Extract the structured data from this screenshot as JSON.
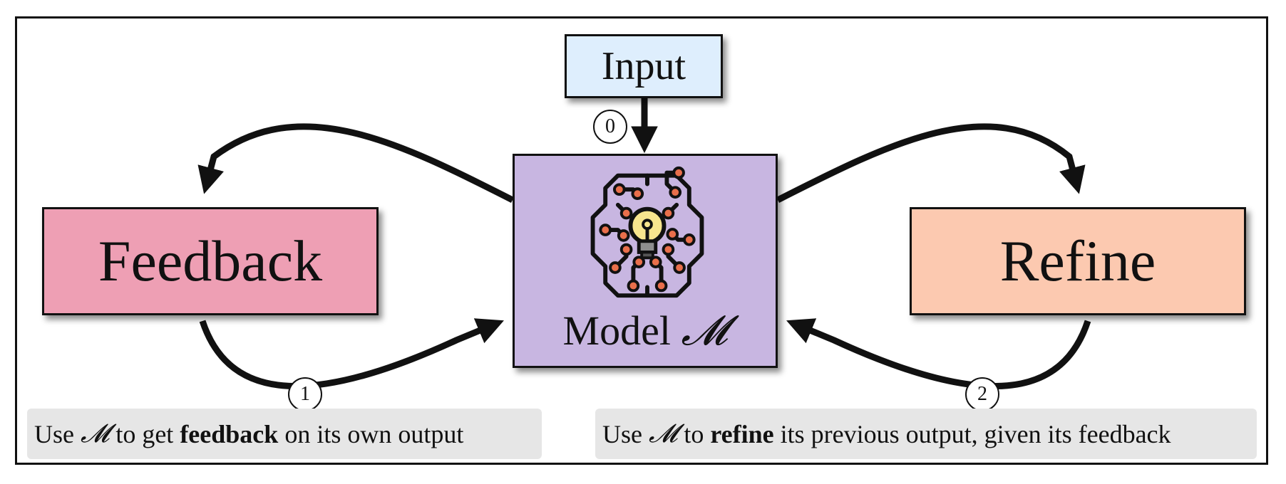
{
  "boxes": {
    "input": "Input",
    "feedback": "Feedback",
    "refine": "Refine",
    "model_prefix": "Model",
    "model_symbol": "𝓜"
  },
  "steps": [
    "0",
    "1",
    "2"
  ],
  "captions": {
    "feedback": {
      "pre": "Use ",
      "symbol": "𝓜",
      "mid": " to get ",
      "bold": "feedback",
      "post": " on its own output"
    },
    "refine": {
      "pre": "Use ",
      "symbol": "𝓜",
      "mid": " to ",
      "bold": "refine",
      "post": " its previous output, given its feedback"
    }
  },
  "colors": {
    "input": "#deeefd",
    "feedback": "#ee9fb4",
    "refine": "#fcc9b0",
    "model": "#c8b6e1",
    "caption_bg": "#e6e6e6",
    "arrow": "#111111",
    "node": "#e96f4b",
    "bulb": "#f7e58e"
  },
  "icons": {
    "model": "brain-circuit-lightbulb-icon"
  }
}
